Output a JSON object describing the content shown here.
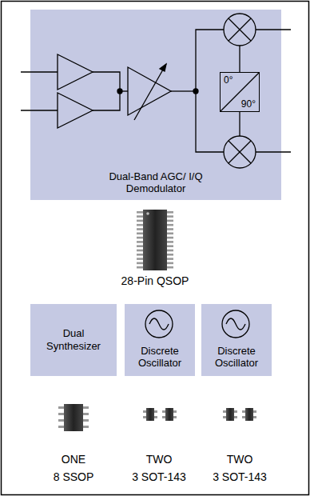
{
  "diagram": {
    "nodes": [
      {
        "text": [
          "Dual-Band AGC/ I/Q Demodulator"
        ]
      },
      {
        "text": [
          "0°",
          "90°"
        ],
        "in": 0
      },
      {
        "text": [
          "Dual Synthesizer"
        ]
      },
      {
        "text": [
          "Discrete Oscillator"
        ]
      },
      {
        "text": [
          "Discrete Oscillator"
        ]
      }
    ],
    "labels": [
      "28-Pin QSOP",
      "ONE",
      "8 SSOP",
      "TWO",
      "3 SOT-143",
      "TWO",
      "3 SOT-143"
    ]
  }
}
